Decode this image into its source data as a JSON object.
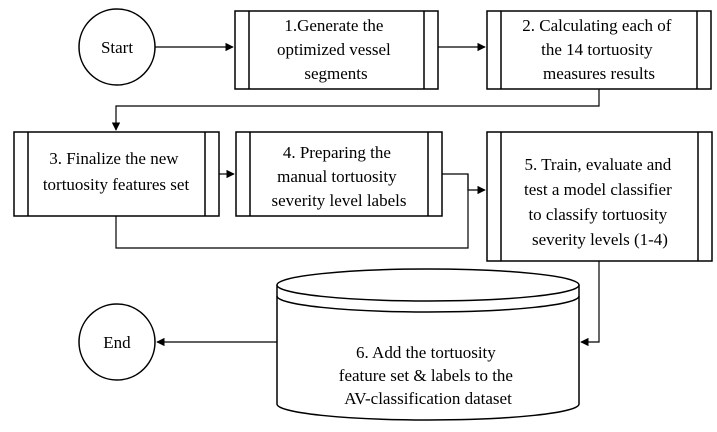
{
  "diagram": {
    "colors": {
      "stroke": "#000000",
      "background": "#ffffff",
      "text": "#000000"
    },
    "nodes": {
      "start": {
        "label": "Start"
      },
      "end": {
        "label": "End"
      },
      "step1": {
        "lines": [
          "1.Generate the",
          "optimized vessel",
          "segments"
        ]
      },
      "step2": {
        "lines": [
          "2. Calculating  each of",
          "the 14 tortuosity",
          "measures results"
        ]
      },
      "step3": {
        "lines": [
          "3. Finalize  the new",
          "tortuosity features set"
        ]
      },
      "step4": {
        "lines": [
          "4. Preparing the",
          "manual tortuosity",
          "severity level labels"
        ]
      },
      "step5": {
        "lines": [
          "5. Train, evaluate and",
          "test  a model classifier",
          "to classify tortuosity",
          "severity levels  (1-4)"
        ]
      },
      "step6": {
        "lines": [
          "6. Add the tortuosity",
          "feature set & labels to the",
          "AV-classification dataset"
        ]
      }
    }
  }
}
